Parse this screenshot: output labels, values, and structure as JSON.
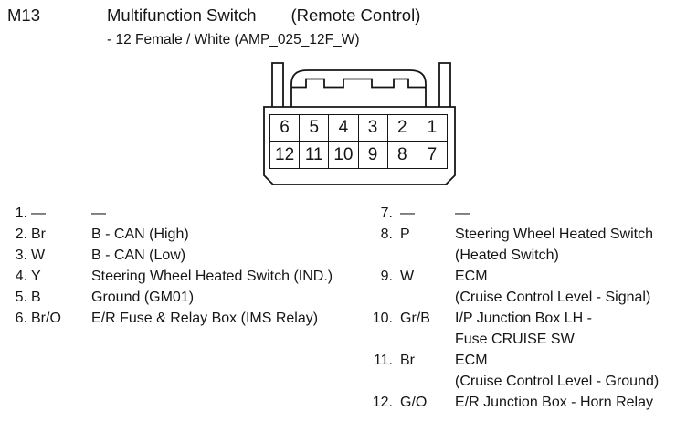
{
  "header": {
    "code": "M13",
    "title": "Multifunction Switch",
    "title_suffix": "(Remote Control)",
    "subtitle": "- 12 Female / White (AMP_025_12F_W)"
  },
  "connector": {
    "description": "12-pin female connector, front view",
    "top_row": [
      "6",
      "5",
      "4",
      "3",
      "2",
      "1"
    ],
    "bottom_row": [
      "12",
      "11",
      "10",
      "9",
      "8",
      "7"
    ]
  },
  "pins_left": [
    {
      "num": "1.",
      "color": "—",
      "desc": "—"
    },
    {
      "num": "2.",
      "color": "Br",
      "desc": "B - CAN (High)"
    },
    {
      "num": "3.",
      "color": "W",
      "desc": "B - CAN (Low)"
    },
    {
      "num": "4.",
      "color": "Y",
      "desc": "Steering Wheel Heated Switch (IND.)"
    },
    {
      "num": "5.",
      "color": "B",
      "desc": "Ground (GM01)"
    },
    {
      "num": "6.",
      "color": "Br/O",
      "desc": "E/R Fuse & Relay Box (IMS Relay)"
    }
  ],
  "pins_right": [
    {
      "num": "7.",
      "color": "—",
      "desc": "—"
    },
    {
      "num": "8.",
      "color": "P",
      "desc": "Steering Wheel Heated Switch\n(Heated Switch)"
    },
    {
      "num": "9.",
      "color": "W",
      "desc": "ECM\n(Cruise Control Level - Signal)"
    },
    {
      "num": "10.",
      "color": "Gr/B",
      "desc": "I/P Junction Box LH -\nFuse CRUISE SW"
    },
    {
      "num": "11.",
      "color": "Br",
      "desc": "ECM\n(Cruise Control Level - Ground)"
    },
    {
      "num": "12.",
      "color": "G/O",
      "desc": "E/R Junction Box - Horn Relay"
    }
  ],
  "colors": {
    "ink": "#151515",
    "background": "#ffffff"
  }
}
